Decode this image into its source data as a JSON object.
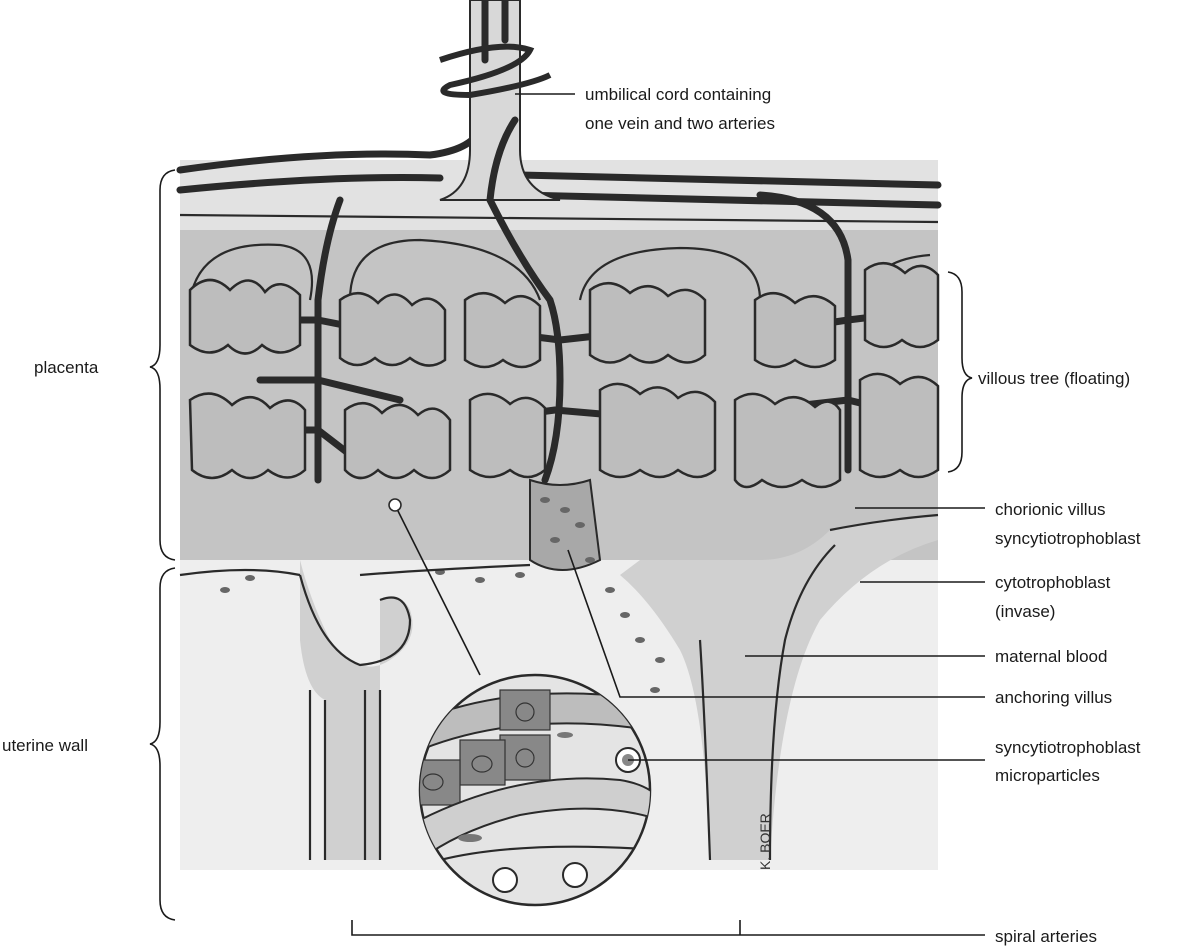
{
  "labels": {
    "umbilical_cord_line1": "umbilical cord containing",
    "umbilical_cord_line2": "one vein and two arteries",
    "placenta": "placenta",
    "villous_tree": "villous tree (floating)",
    "chorionic_villus_line1": "chorionic villus",
    "chorionic_villus_line2": "syncytiotrophoblast",
    "cytotrophoblast_line1": "cytotrophoblast",
    "cytotrophoblast_line2": "(invase)",
    "maternal_blood": "maternal blood",
    "anchoring_villus": "anchoring villus",
    "uterine_wall": "uterine wall",
    "microparticles_line1": "syncytiotrophoblast",
    "microparticles_line2": "microparticles",
    "spiral_arteries": "spiral arteries",
    "signature": "K. BOER"
  },
  "colors": {
    "placenta_fill": "#c4c4c4",
    "uterine_fill": "#eeeeee",
    "vessel": "#2a2a2a",
    "maternal_blood": "#d0d0d0"
  }
}
